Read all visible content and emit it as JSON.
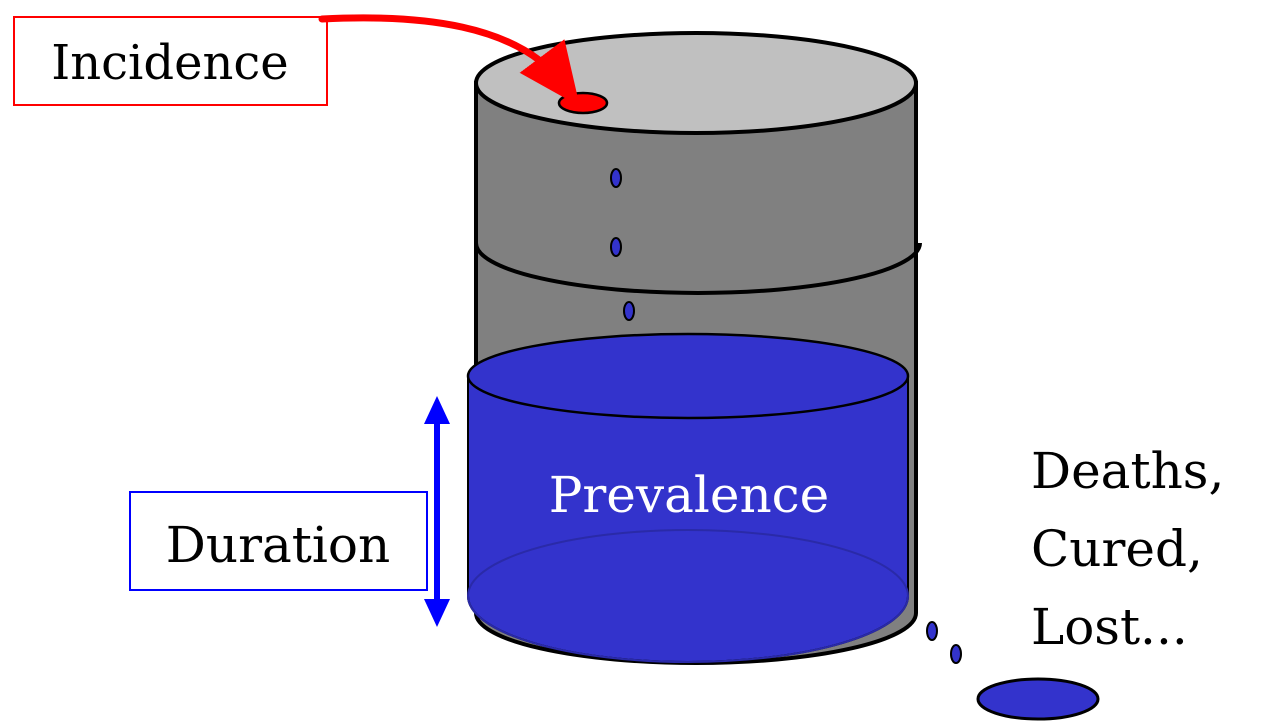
{
  "labels": {
    "incidence": "Incidence",
    "duration": "Duration",
    "prevalence": "Prevalence",
    "outflow": [
      "Deaths,",
      "Cured,",
      "Lost..."
    ]
  },
  "colors": {
    "barrel_body": "#808080",
    "barrel_top": "#c0c0c0",
    "liquid": "#3333cc",
    "drop": "#3333cc",
    "incidence_accent": "#ff0000",
    "duration_accent": "#0000ff",
    "outline": "#000000"
  }
}
